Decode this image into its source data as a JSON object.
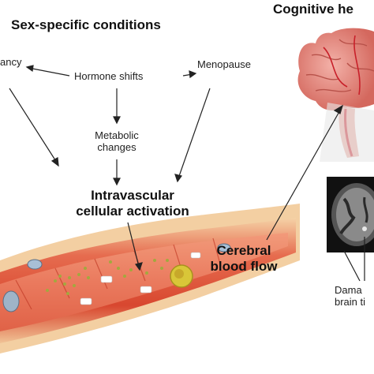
{
  "heading_left": "Sex-specific conditions",
  "heading_right": "Cognitive he",
  "labels": {
    "pregnancy_fragment": "ancy",
    "hormone_shifts": "Hormone shifts",
    "menopause": "Menopause",
    "metabolic_line1": "Metabolic",
    "metabolic_line2": "changes",
    "activation_line1": "Intravascular",
    "activation_line2": "cellular activation",
    "blood_flow_line1": "Cerebral",
    "blood_flow_line2": "blood flow",
    "damage_line1": "Dama",
    "damage_line2": "brain ti"
  },
  "colors": {
    "vessel_outer": "#f0c79a",
    "vessel_wall": "#d9543e",
    "vessel_lumen": "#e8745a",
    "brain": "#e88f86",
    "artery": "#c8202a",
    "mri_bg": "#111111",
    "particle": "#9aa83a",
    "plaque": "#d8c73a"
  }
}
